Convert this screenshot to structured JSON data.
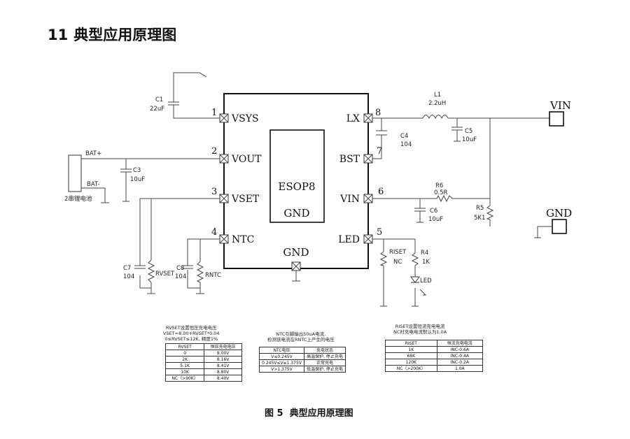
{
  "header": {
    "number": "11",
    "title": "典型应用原理图"
  },
  "chip": {
    "package": "ESOP8",
    "pad_label": "GND",
    "bottom_label": "GND"
  },
  "pins_left": [
    {
      "num": "1",
      "name": "VSYS"
    },
    {
      "num": "2",
      "name": "VOUT"
    },
    {
      "num": "3",
      "name": "VSET"
    },
    {
      "num": "4",
      "name": "NTC"
    }
  ],
  "pins_right": [
    {
      "num": "8",
      "name": "LX"
    },
    {
      "num": "7",
      "name": "BST"
    },
    {
      "num": "6",
      "name": "VIN"
    },
    {
      "num": "5",
      "name": "LED"
    }
  ],
  "components": {
    "c1": {
      "ref": "C1",
      "value": "22uF"
    },
    "c3": {
      "ref": "C3",
      "value": "10uF"
    },
    "c4": {
      "ref": "C4",
      "value": "104"
    },
    "c5": {
      "ref": "C5",
      "value": "10uF"
    },
    "c6": {
      "ref": "C6",
      "value": "10uF"
    },
    "c7": {
      "ref": "C7",
      "value": "104"
    },
    "c8": {
      "ref": "C8",
      "value": "104"
    },
    "l1": {
      "ref": "L1",
      "value": "2.2uH"
    },
    "r6": {
      "ref": "R6",
      "value": "0.5R"
    },
    "r5": {
      "ref": "R5",
      "value": "5K1"
    },
    "r4": {
      "ref": "R4",
      "value": "1K"
    },
    "riset": {
      "ref": "RISET",
      "value": "NC"
    },
    "rvset": {
      "ref": "RVSET"
    },
    "rntc": {
      "ref": "RNTC"
    },
    "led": {
      "ref": "LED"
    },
    "battery": {
      "plus": "BAT+",
      "minus": "BAT-",
      "label": "2串锂电池"
    }
  },
  "terminals": {
    "vin": "VIN",
    "gnd": "GND"
  },
  "table_vset": {
    "note": [
      "RVSET设置恒压充电电压",
      "VSET=8.00+RVSET*0.04",
      "0≤RVSET≤12K, 精度1%"
    ],
    "headers": [
      "RVSET",
      "恒压充电电压"
    ],
    "rows": [
      [
        "0",
        "8.00V"
      ],
      [
        "2K",
        "8.16V"
      ],
      [
        "5.1K",
        "8.41V"
      ],
      [
        "10K",
        "8.80V"
      ],
      [
        "NC（>90K）",
        "8.40V"
      ]
    ]
  },
  "table_ntc": {
    "note": [
      "NTC引脚输出50uA电流,",
      "检测该电流在RNTC上产生的电压"
    ],
    "headers": [
      "NTC电压",
      "充电状态"
    ],
    "rows": [
      [
        "V≤0.245V",
        "高温保护, 停止充电"
      ],
      [
        "0.245V≤V≤1.375V",
        "正常充电"
      ],
      [
        "V>1.375V",
        "低温保护, 停止充电"
      ]
    ]
  },
  "table_iset": {
    "note": [
      "RISET设置恒流充电电流",
      "NC时充电电流默认为1.0A"
    ],
    "headers": [
      "RISET",
      "恒流充电电流"
    ],
    "rows": [
      [
        "1K",
        "INC-0.6A"
      ],
      [
        "68K",
        "INC-0.4A"
      ],
      [
        "120K",
        "INC-0.2A"
      ],
      [
        "NC（>200K）",
        "1.0A"
      ]
    ]
  },
  "caption": {
    "figure": "图 5",
    "title": "典型应用原理图"
  }
}
